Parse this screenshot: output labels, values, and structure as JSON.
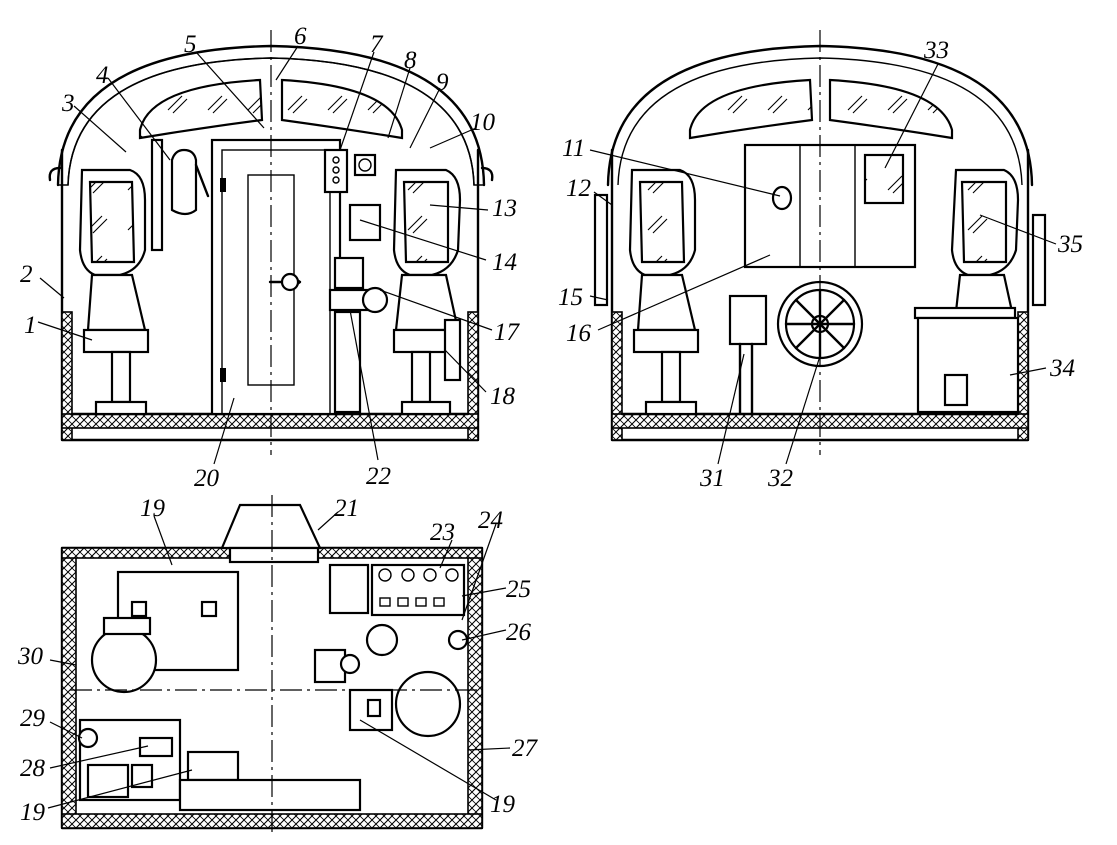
{
  "labels": [
    {
      "id": "1",
      "text": "1"
    },
    {
      "id": "2",
      "text": "2"
    },
    {
      "id": "3",
      "text": "3"
    },
    {
      "id": "4",
      "text": "4"
    },
    {
      "id": "5",
      "text": "5"
    },
    {
      "id": "6",
      "text": "6"
    },
    {
      "id": "7",
      "text": "7"
    },
    {
      "id": "8",
      "text": "8"
    },
    {
      "id": "9",
      "text": "9"
    },
    {
      "id": "10",
      "text": "10"
    },
    {
      "id": "11",
      "text": "11"
    },
    {
      "id": "12",
      "text": "12"
    },
    {
      "id": "13",
      "text": "13"
    },
    {
      "id": "14",
      "text": "14"
    },
    {
      "id": "15",
      "text": "15"
    },
    {
      "id": "16",
      "text": "16"
    },
    {
      "id": "17",
      "text": "17"
    },
    {
      "id": "18",
      "text": "18"
    },
    {
      "id": "19a",
      "text": "19"
    },
    {
      "id": "19b",
      "text": "19"
    },
    {
      "id": "19c",
      "text": "19"
    },
    {
      "id": "20",
      "text": "20"
    },
    {
      "id": "21",
      "text": "21"
    },
    {
      "id": "22",
      "text": "22"
    },
    {
      "id": "23",
      "text": "23"
    },
    {
      "id": "24",
      "text": "24"
    },
    {
      "id": "25",
      "text": "25"
    },
    {
      "id": "26",
      "text": "26"
    },
    {
      "id": "27",
      "text": "27"
    },
    {
      "id": "28",
      "text": "28"
    },
    {
      "id": "29",
      "text": "29"
    },
    {
      "id": "30",
      "text": "30"
    },
    {
      "id": "31",
      "text": "31"
    },
    {
      "id": "32",
      "text": "32"
    },
    {
      "id": "33",
      "text": "33"
    },
    {
      "id": "34",
      "text": "34"
    },
    {
      "id": "35",
      "text": "35"
    }
  ]
}
